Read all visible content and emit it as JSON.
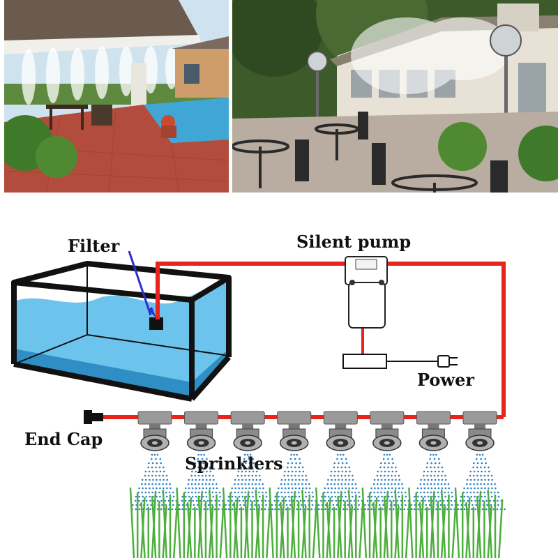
{
  "photos": {
    "left": {
      "subject": "patio-misting-pool",
      "colors": {
        "sky": "#cfe3ee",
        "roof": "#6b5a4e",
        "pool": "#3fa6d6",
        "deck": "#b24c3c",
        "grass": "#4f8a32"
      }
    },
    "right": {
      "subject": "garden-misting-cafe",
      "colors": {
        "trees": "#3c5a2a",
        "house": "#e8e2d6",
        "gravel": "#b8ada0",
        "furniture": "#2a2a2a"
      }
    }
  },
  "labels": {
    "filter": "Filter",
    "pump": "Silent pump",
    "power": "Power",
    "end_cap": "End Cap",
    "sprinklers": "Sprinklers"
  },
  "diagram": {
    "sprinkler_count": 8,
    "colors": {
      "pipe": "#e8241c",
      "water": "#4fb6e6",
      "water_dark": "#2f8fc4",
      "tank_frame": "#111111",
      "arrow": "#2a2fd0",
      "spray": "#2f7fc0",
      "grass": "#4caf3c"
    },
    "icons": [
      "tank-icon",
      "filter-icon",
      "pump-icon",
      "power-plug-icon",
      "end-cap-icon",
      "sprinkler-nozzle-icon",
      "spray-cone-icon",
      "grass-icon"
    ]
  }
}
